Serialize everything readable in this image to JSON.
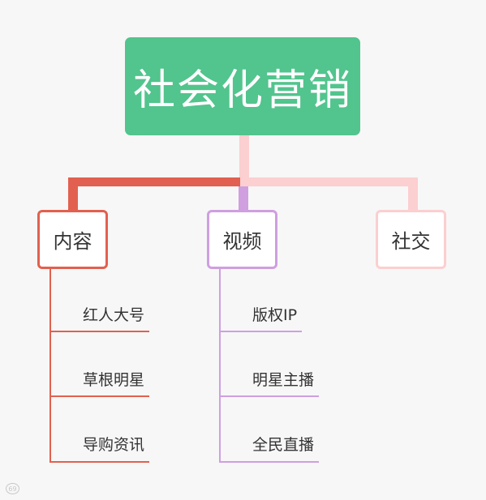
{
  "root": {
    "label": "社会化营销"
  },
  "categories": [
    {
      "label": "内容",
      "color": "#e2604f"
    },
    {
      "label": "视频",
      "color": "#cf9fe0"
    },
    {
      "label": "社交",
      "color": "#fccfd0"
    }
  ],
  "content_items": [
    "红人大号",
    "草根明星",
    "导购资讯"
  ],
  "video_items": [
    "版权IP",
    "明星主播",
    "全民直播"
  ],
  "colors": {
    "root": "#52c48d",
    "content": "#e2604f",
    "video": "#cf9fe0",
    "social": "#fccfd0"
  }
}
